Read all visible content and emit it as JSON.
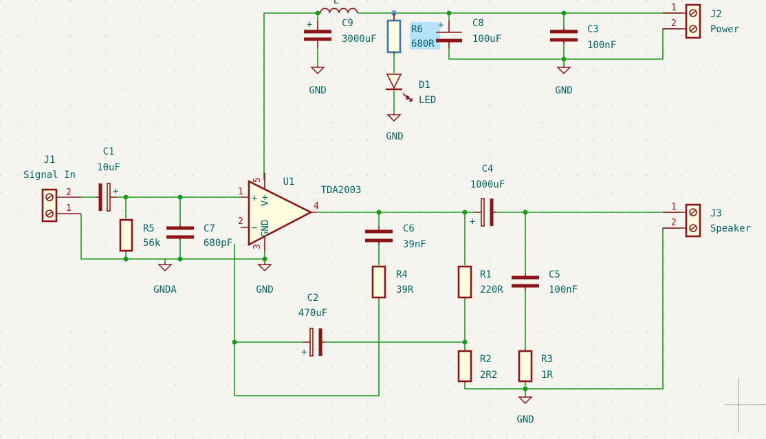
{
  "components": {
    "j1": {
      "ref": "J1",
      "value": "Signal In",
      "pins": [
        "2",
        "1"
      ]
    },
    "j2": {
      "ref": "J2",
      "value": "Power",
      "pins": [
        "1",
        "2"
      ]
    },
    "j3": {
      "ref": "J3",
      "value": "Speaker",
      "pins": [
        "1",
        "2"
      ]
    },
    "c1": {
      "ref": "C1",
      "value": "10uF"
    },
    "c2": {
      "ref": "C2",
      "value": "470uF"
    },
    "c3": {
      "ref": "C3",
      "value": "100nF"
    },
    "c4": {
      "ref": "C4",
      "value": "1000uF"
    },
    "c5": {
      "ref": "C5",
      "value": "100nF"
    },
    "c6": {
      "ref": "C6",
      "value": "39nF"
    },
    "c7": {
      "ref": "C7",
      "value": "680pF"
    },
    "c8": {
      "ref": "C8",
      "value": "100uF"
    },
    "c9": {
      "ref": "C9",
      "value": "3000uF"
    },
    "r1": {
      "ref": "R1",
      "value": "220R"
    },
    "r2": {
      "ref": "R2",
      "value": "2R2"
    },
    "r3": {
      "ref": "R3",
      "value": "1R"
    },
    "r4": {
      "ref": "R4",
      "value": "39R"
    },
    "r5": {
      "ref": "R5",
      "value": "56k"
    },
    "r6": {
      "ref": "R6",
      "value": "680R"
    },
    "d1": {
      "ref": "D1",
      "value": "LED"
    },
    "l1": {
      "ref": "L"
    },
    "u1": {
      "ref": "U1",
      "value": "TDA2003",
      "pin_labels": {
        "plus": "+",
        "minus": "−",
        "gnd": "GND",
        "vplus": "V+"
      },
      "pins": {
        "p1": "1",
        "p2": "2",
        "p3": "3",
        "p4": "4",
        "p5": "5"
      }
    }
  },
  "power_labels": {
    "gnd": "GND",
    "gnda": "GNDA"
  },
  "polarity_mark": "+",
  "colors": {
    "wire": "#1a9a1a",
    "component": "#8b1414",
    "text": "#006464",
    "pin_number": "#a01414",
    "background": "#f5f4ef",
    "selection": "#b6e2f8"
  }
}
